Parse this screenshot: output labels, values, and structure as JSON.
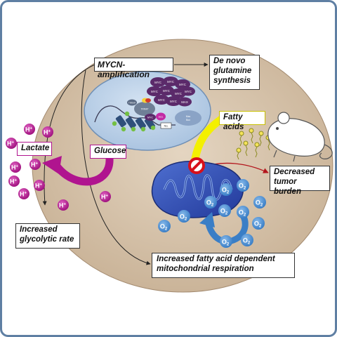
{
  "labels": {
    "mycn": "MYCN-amplification",
    "de_novo_1": "De novo",
    "de_novo_2": "glutamine",
    "de_novo_3": "synthesis",
    "fatty_acids": "Fatty acids",
    "lactate": "Lactate",
    "glucose": "Glucose",
    "decreased_1": "Decreased",
    "decreased_2": "tumor burden",
    "glycolytic_1": "Increased",
    "glycolytic_2": "glycolytic rate",
    "fa_resp_1": "Increased fatty acid dependent",
    "fa_resp_2": "mitochondrial respiration"
  },
  "ions": {
    "proton": "H",
    "charge": "+",
    "oxygen": "O",
    "oxygen_sub": "2"
  },
  "nucleus": {
    "myc": "MYC",
    "max": "MAX",
    "tiny_1": "TRRAP",
    "tiny_2": "MIZ1",
    "tiny_3": "Max",
    "tiny_4": "Box",
    "tiny_5": "NLL"
  },
  "colors": {
    "frame": "#5f7fa3",
    "cell": "#d8c5ad",
    "nucleus": "#b9cfe8",
    "protein": "#5b2a6a",
    "proton": "#b0148f",
    "glucose_arrow": "#b0148f",
    "oxygen": "#4e8ed0",
    "mitochondria": "#2f4fb0",
    "fatty_acid_arrow": "#f4f000",
    "inhibit": "#d8101a",
    "fatty_acids_border": "#c8c000",
    "lactate_border": "#b0148f"
  }
}
